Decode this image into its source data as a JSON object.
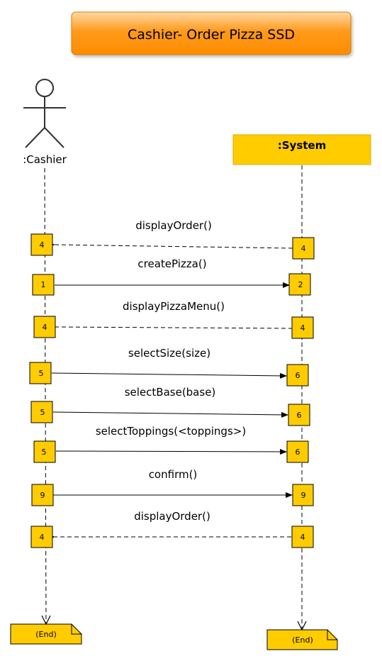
{
  "title": "Cashier- Order Pizza SSD",
  "actor": {
    "label": ":Cashier"
  },
  "system": {
    "label": ":System"
  },
  "end_label": "(End)",
  "colors": {
    "title_fill": "#ff8c00",
    "box_fill": "#ffcc00",
    "line": "#000000"
  },
  "messages": [
    {
      "label": "displayOrder()",
      "from": "system",
      "kind": "return",
      "left_box": "4",
      "right_box": "4"
    },
    {
      "label": "createPizza()",
      "from": "cashier",
      "kind": "call",
      "left_box": "1",
      "right_box": "2"
    },
    {
      "label": "displayPizzaMenu()",
      "from": "system",
      "kind": "return",
      "left_box": "4",
      "right_box": "4"
    },
    {
      "label": "selectSize(size)",
      "from": "cashier",
      "kind": "call",
      "left_box": "5",
      "right_box": "6"
    },
    {
      "label": "selectBase(base)",
      "from": "cashier",
      "kind": "call",
      "left_box": "5",
      "right_box": "6"
    },
    {
      "label": "selectToppings(<toppings>)",
      "from": "cashier",
      "kind": "call",
      "left_box": "5",
      "right_box": "6"
    },
    {
      "label": "confirm()",
      "from": "cashier",
      "kind": "call",
      "left_box": "9",
      "right_box": "9"
    },
    {
      "label": "displayOrder()",
      "from": "system",
      "kind": "return",
      "left_box": "4",
      "right_box": "4"
    }
  ]
}
